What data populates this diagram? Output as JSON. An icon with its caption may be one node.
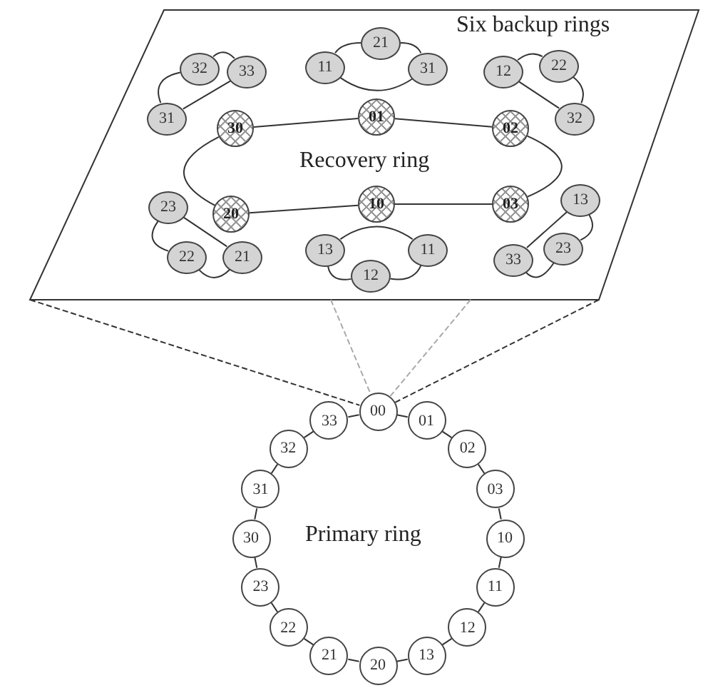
{
  "diagram": {
    "nodes": [
      {
        "text": [
          "Six backup rings"
        ]
      },
      {
        "text": [
          "32"
        ],
        "in": 0
      },
      {
        "text": [
          "33"
        ],
        "in": 0
      },
      {
        "text": [
          "31"
        ],
        "in": 0
      },
      {
        "text": [
          "11"
        ],
        "in": 0
      },
      {
        "text": [
          "21"
        ],
        "in": 0
      },
      {
        "text": [
          "31"
        ],
        "in": 0
      },
      {
        "text": [
          "12"
        ],
        "in": 0
      },
      {
        "text": [
          "22"
        ],
        "in": 0
      },
      {
        "text": [
          "32"
        ],
        "in": 0
      },
      {
        "text": [
          "30"
        ],
        "in": 0
      },
      {
        "text": [
          "01"
        ],
        "in": 0
      },
      {
        "text": [
          "02"
        ],
        "in": 0
      },
      {
        "text": [
          "20"
        ],
        "in": 0
      },
      {
        "text": [
          "10"
        ],
        "in": 0
      },
      {
        "text": [
          "03"
        ],
        "in": 0
      },
      {
        "text": [
          "23"
        ],
        "in": 0
      },
      {
        "text": [
          "22"
        ],
        "in": 0
      },
      {
        "text": [
          "21"
        ],
        "in": 0
      },
      {
        "text": [
          "13"
        ],
        "in": 0
      },
      {
        "text": [
          "11"
        ],
        "in": 0
      },
      {
        "text": [
          "12"
        ],
        "in": 0
      },
      {
        "text": [
          "13"
        ],
        "in": 0
      },
      {
        "text": [
          "23"
        ],
        "in": 0
      },
      {
        "text": [
          "33"
        ],
        "in": 0
      },
      {
        "text": [
          "00"
        ]
      },
      {
        "text": [
          "01"
        ]
      },
      {
        "text": [
          "02"
        ]
      },
      {
        "text": [
          "03"
        ]
      },
      {
        "text": [
          "10"
        ]
      },
      {
        "text": [
          "11"
        ]
      },
      {
        "text": [
          "12"
        ]
      },
      {
        "text": [
          "13"
        ]
      },
      {
        "text": [
          "20"
        ]
      },
      {
        "text": [
          "21"
        ]
      },
      {
        "text": [
          "22"
        ]
      },
      {
        "text": [
          "23"
        ]
      },
      {
        "text": [
          "30"
        ]
      },
      {
        "text": [
          "31"
        ]
      },
      {
        "text": [
          "32"
        ]
      },
      {
        "text": [
          "33"
        ]
      }
    ],
    "edges": [
      {
        "from": 0,
        "to": 25,
        "arrow": "none",
        "style": "dashed"
      },
      {
        "from": 0,
        "to": 25,
        "arrow": "none",
        "style": "dashed"
      },
      {
        "from": 0,
        "to": 25,
        "arrow": "none",
        "style": "dashed",
        "color": "#aaaaaa"
      },
      {
        "from": 0,
        "to": 25,
        "arrow": "none",
        "style": "dashed",
        "color": "#aaaaaa"
      },
      {
        "from": 3,
        "to": 1,
        "arrow": "none"
      },
      {
        "from": 1,
        "to": 2,
        "arrow": "none"
      },
      {
        "from": 2,
        "to": 3,
        "arrow": "none"
      },
      {
        "from": 4,
        "to": 5,
        "arrow": "none"
      },
      {
        "from": 5,
        "to": 6,
        "arrow": "none"
      },
      {
        "from": 6,
        "to": 4,
        "arrow": "none"
      },
      {
        "from": 7,
        "to": 8,
        "arrow": "none"
      },
      {
        "from": 8,
        "to": 9,
        "arrow": "none"
      },
      {
        "from": 9,
        "to": 7,
        "arrow": "none"
      },
      {
        "from": 10,
        "to": 11,
        "arrow": "none"
      },
      {
        "from": 11,
        "to": 12,
        "arrow": "none"
      },
      {
        "from": 12,
        "to": 15,
        "arrow": "none"
      },
      {
        "from": 15,
        "to": 14,
        "arrow": "none"
      },
      {
        "from": 14,
        "to": 13,
        "arrow": "none"
      },
      {
        "from": 13,
        "to": 10,
        "arrow": "none"
      },
      {
        "from": 16,
        "to": 17,
        "arrow": "none"
      },
      {
        "from": 17,
        "to": 18,
        "arrow": "none"
      },
      {
        "from": 18,
        "to": 16,
        "arrow": "none"
      },
      {
        "from": 19,
        "to": 20,
        "arrow": "none"
      },
      {
        "from": 20,
        "to": 21,
        "arrow": "none"
      },
      {
        "from": 21,
        "to": 19,
        "arrow": "none"
      },
      {
        "from": 22,
        "to": 23,
        "arrow": "none"
      },
      {
        "from": 23,
        "to": 24,
        "arrow": "none"
      },
      {
        "from": 24,
        "to": 22,
        "arrow": "none"
      },
      {
        "from": 25,
        "to": 26,
        "arrow": "none"
      },
      {
        "from": 26,
        "to": 27,
        "arrow": "none"
      },
      {
        "from": 27,
        "to": 28,
        "arrow": "none"
      },
      {
        "from": 28,
        "to": 29,
        "arrow": "none"
      },
      {
        "from": 29,
        "to": 30,
        "arrow": "none"
      },
      {
        "from": 30,
        "to": 31,
        "arrow": "none"
      },
      {
        "from": 31,
        "to": 32,
        "arrow": "none"
      },
      {
        "from": 32,
        "to": 33,
        "arrow": "none"
      },
      {
        "from": 33,
        "to": 34,
        "arrow": "none"
      },
      {
        "from": 34,
        "to": 35,
        "arrow": "none"
      },
      {
        "from": 35,
        "to": 36,
        "arrow": "none"
      },
      {
        "from": 36,
        "to": 37,
        "arrow": "none"
      },
      {
        "from": 37,
        "to": 38,
        "arrow": "none"
      },
      {
        "from": 38,
        "to": 39,
        "arrow": "none"
      },
      {
        "from": 39,
        "to": 40,
        "arrow": "none"
      },
      {
        "from": 40,
        "to": 25,
        "arrow": "none"
      }
    ],
    "labels": [
      "Recovery ring",
      "Primary ring"
    ]
  }
}
